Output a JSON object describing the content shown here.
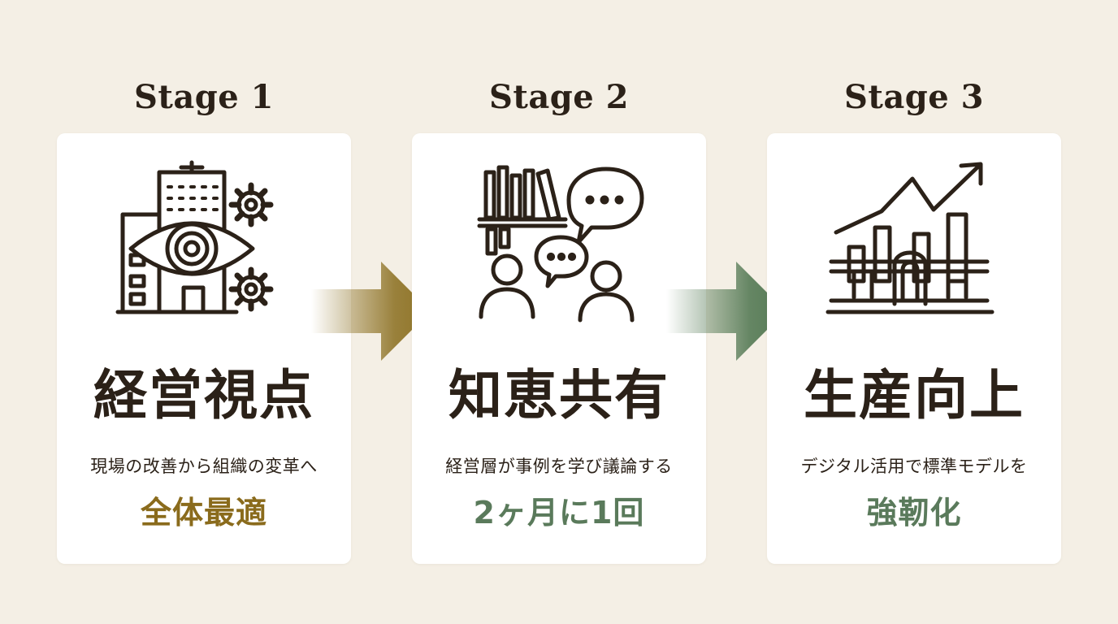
{
  "stages": [
    {
      "title": "Stage 1",
      "heading": "経営視点",
      "subtext": "現場の改善から組織の変革へ",
      "highlight": "全体最適",
      "highlight_color": "#8a6b1c",
      "icon": "building-eye-gears-icon"
    },
    {
      "title": "Stage 2",
      "heading": "知恵共有",
      "subtext": "経営層が事例を学び議論する",
      "highlight": "2ヶ月に1回",
      "highlight_color": "#5a7a5b",
      "icon": "books-people-discussion-icon"
    },
    {
      "title": "Stage 3",
      "heading": "生産向上",
      "subtext": "デジタル活用で標準モデルを",
      "highlight": "強靭化",
      "highlight_color": "#5a7a5b",
      "icon": "growth-chart-pillars-icon"
    }
  ],
  "arrows": [
    {
      "icon": "arrow-right-icon",
      "color": "#8f7428"
    },
    {
      "icon": "arrow-right-icon",
      "color": "#557a55"
    }
  ],
  "colors": {
    "background": "#f4efe5",
    "card": "#ffffff",
    "text": "#2b2118"
  }
}
